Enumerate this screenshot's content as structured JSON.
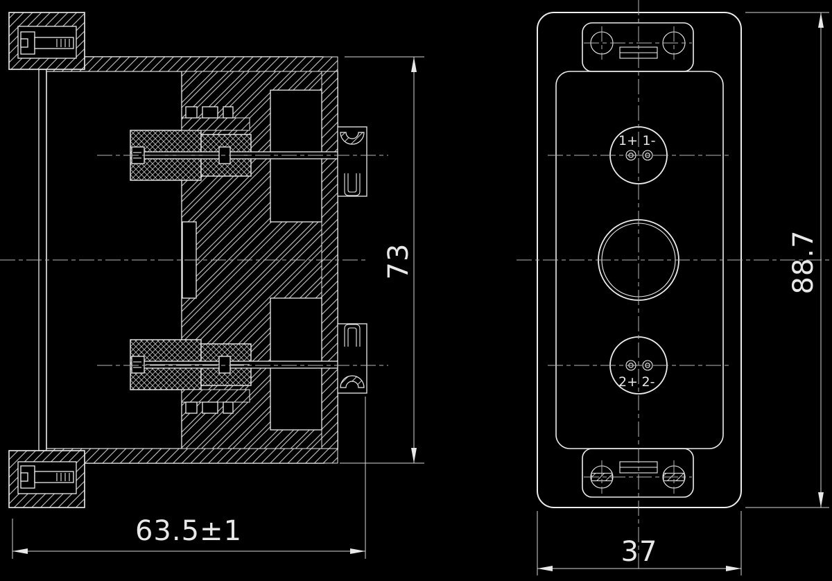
{
  "drawing": {
    "kind": "panel-feedthrough-connector-technical-drawing",
    "colors": {
      "background": "#000000",
      "line": "#ededed",
      "centerline": "#b8b8b8",
      "dimension": "#d8d8d8"
    },
    "section_view": {
      "height_dim": "73",
      "depth_dim": "63.5±1"
    },
    "front_view": {
      "height_dim": "88.7",
      "width_dim": "37",
      "pins": {
        "p1_plus": "1+",
        "p1_minus": "1-",
        "p2_plus": "2+",
        "p2_minus": "2-"
      }
    }
  }
}
